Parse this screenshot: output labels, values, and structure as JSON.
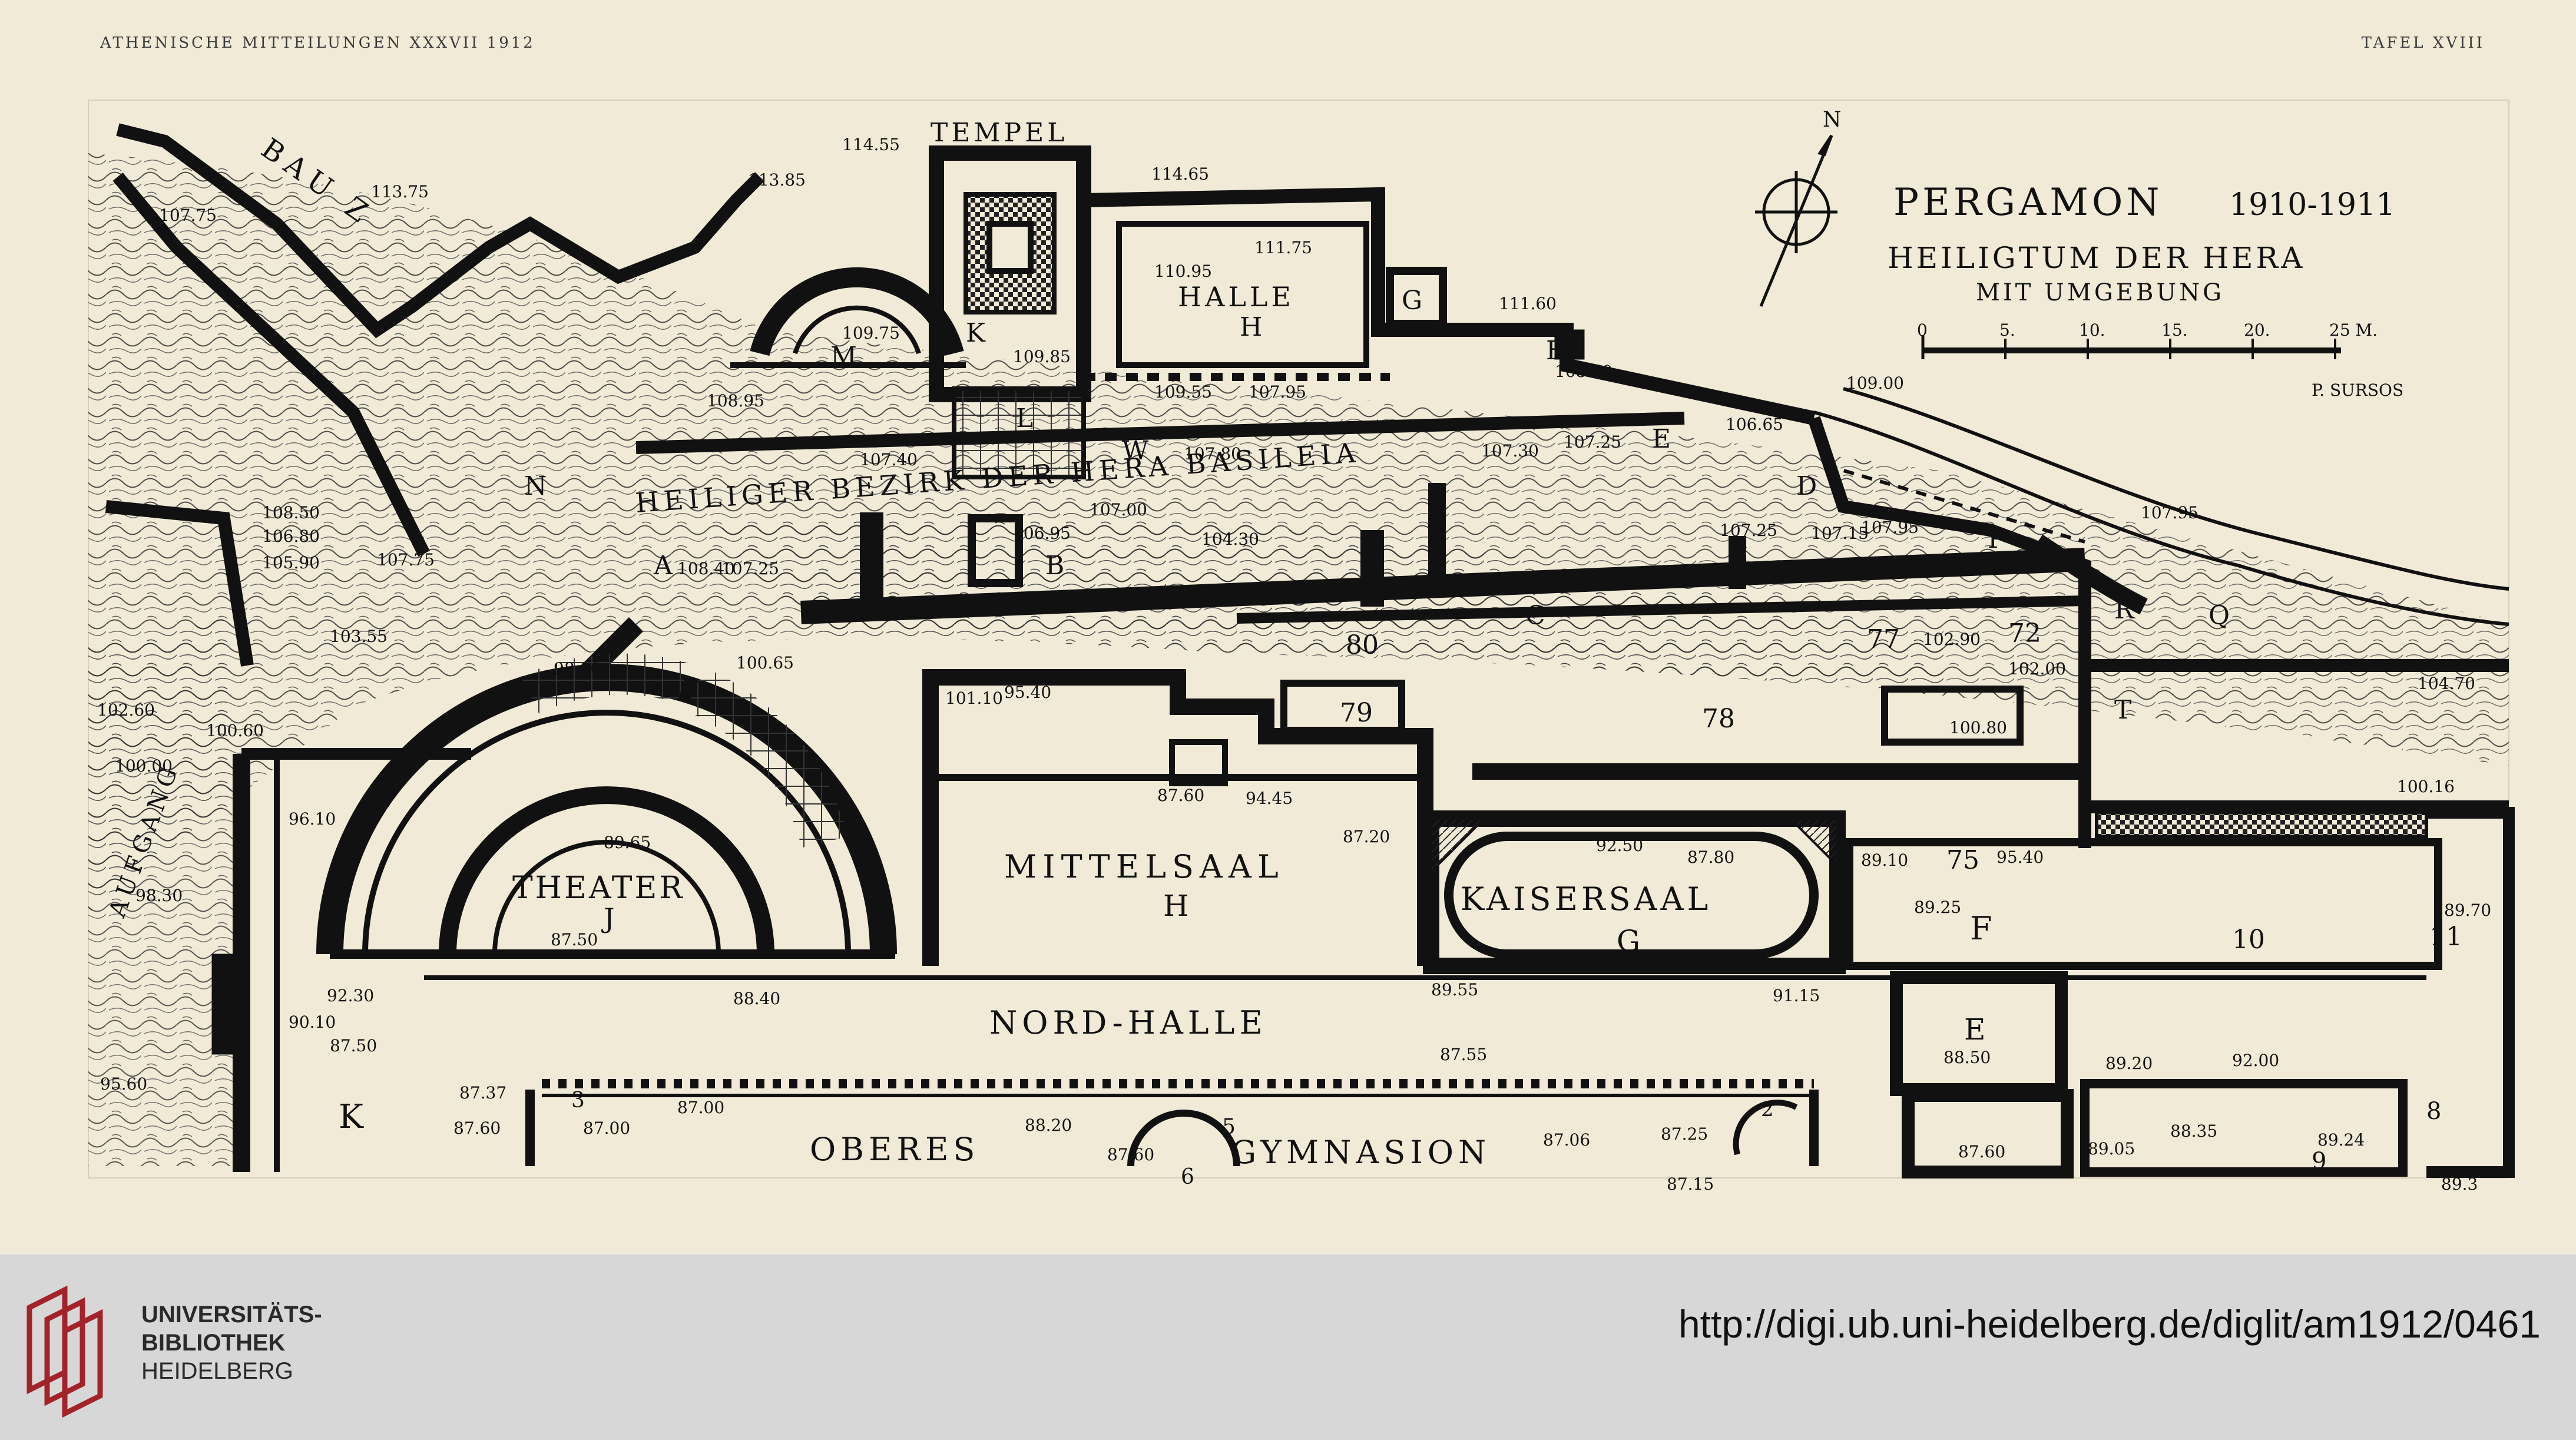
{
  "header": {
    "left": "ATHENISCHE MITTEILUNGEN XXXVII 1912",
    "right": "TAFEL XVIII"
  },
  "title": {
    "name": "PERGAMON",
    "years": "1910-1911",
    "line2": "HEILIGTUM DER HERA",
    "line3": "MIT UMGEBUNG",
    "north": "N"
  },
  "scale": {
    "ticks": [
      "0",
      "5.",
      "10.",
      "15.",
      "20.",
      "25 M."
    ],
    "author": "P. SURSOS"
  },
  "map_labels": {
    "tempel": "TEMPEL",
    "bau_z": "BAU Z",
    "halle": "HALLE",
    "halle_h": "H",
    "bezirk": "HEILIGER BEZIRK DER HERA BASILEIA",
    "aufgang": "AUFGANG",
    "theater": "THEATER",
    "theater_j": "J",
    "mittelsaal": "MITTELSAAL",
    "mittelsaal_h": "H",
    "kaisersaal": "KAISERSAAL",
    "kaisersaal_g": "G",
    "nordhalle": "NORD-HALLE",
    "oberes": "OBERES",
    "gymnasion": "GYMNASION"
  },
  "letters": {
    "K1": "K",
    "M": "M",
    "G": "G",
    "F": "F",
    "E": "E",
    "D": "D",
    "L": "L",
    "W": "W",
    "N": "N",
    "A": "A",
    "B": "B",
    "C": "C",
    "P": "P",
    "R": "R",
    "Q": "Q",
    "T": "T",
    "K2": "K",
    "F2": "F",
    "E2": "E",
    "n75": "75",
    "n10": "10",
    "n11": "11",
    "n79": "79",
    "n80": "80",
    "n77": "77",
    "n72": "72",
    "n78": "78",
    "n3": "3",
    "n5": "5",
    "n6": "6",
    "n8": "8",
    "n9": "9",
    "n2": "2"
  },
  "elevations": {
    "e1": "114.55",
    "e2": "114.65",
    "e3": "113.85",
    "e4": "113.75",
    "e5": "111.75",
    "e6": "110.95",
    "e7": "109.75",
    "e8": "109.85",
    "e9": "109.55",
    "e10": "107.95",
    "e11": "108.95",
    "e12": "111.60",
    "e13": "108.40",
    "e14": "109.00",
    "e15": "107.40",
    "e16": "107.80",
    "e17": "107.30",
    "e18": "107.25",
    "e19": "106.65",
    "e20": "107.00",
    "e21": "106.95",
    "e22": "104.30",
    "e23": "107.25",
    "e24": "107.15",
    "e25": "107.95",
    "e26": "107.95",
    "e27": "108.40",
    "e28": "107.25",
    "e29": "100.65",
    "e30": "98.00",
    "e31": "101.10",
    "e32": "95.40",
    "e33": "102.90",
    "e34": "102.00",
    "e35": "100.80",
    "e36": "104.70",
    "e37": "100.16",
    "e38": "87.60",
    "e39": "94.45",
    "e40": "87.20",
    "e41": "92.50",
    "e42": "87.80",
    "e43": "89.10",
    "e44": "95.40",
    "e45": "89.25",
    "e46": "89.70",
    "e47": "96.10",
    "e48": "89.65",
    "e49": "87.50",
    "e50": "92.30",
    "e51": "88.40",
    "e52": "89.55",
    "e53": "91.15",
    "e54": "88.50",
    "e55": "90.10",
    "e56": "87.50",
    "e57": "87.55",
    "e58": "87.37",
    "e59": "87.60",
    "e60": "87.00",
    "e61": "87.00",
    "e62": "88.20",
    "e63": "87.60",
    "e64": "87.06",
    "e65": "87.25",
    "e66": "87.15",
    "e67": "89.20",
    "e68": "92.00",
    "e69": "87.60",
    "e70": "89.05",
    "e71": "88.35",
    "e72": "89.24",
    "e73": "89.3",
    "e74": "102.60",
    "e75": "100.60",
    "e76": "100.00",
    "e77": "98.30",
    "e78": "95.60",
    "e79": "103.55",
    "e80": "107.75",
    "e81": "106.80",
    "e82": "105.90",
    "e83": "107.75",
    "e84": "108.50"
  },
  "footer": {
    "logo_line1": "UNIVERSITÄTS-",
    "logo_line2": "BIBLIOTHEK",
    "logo_line3": "HEIDELBERG",
    "url": "http://digi.ub.uni-heidelberg.de/diglit/am1912/0461"
  },
  "colors": {
    "paper": "#f1ead6",
    "ink": "#111111",
    "footer": "#d7d7d7",
    "logo_red": "#a3232a"
  }
}
